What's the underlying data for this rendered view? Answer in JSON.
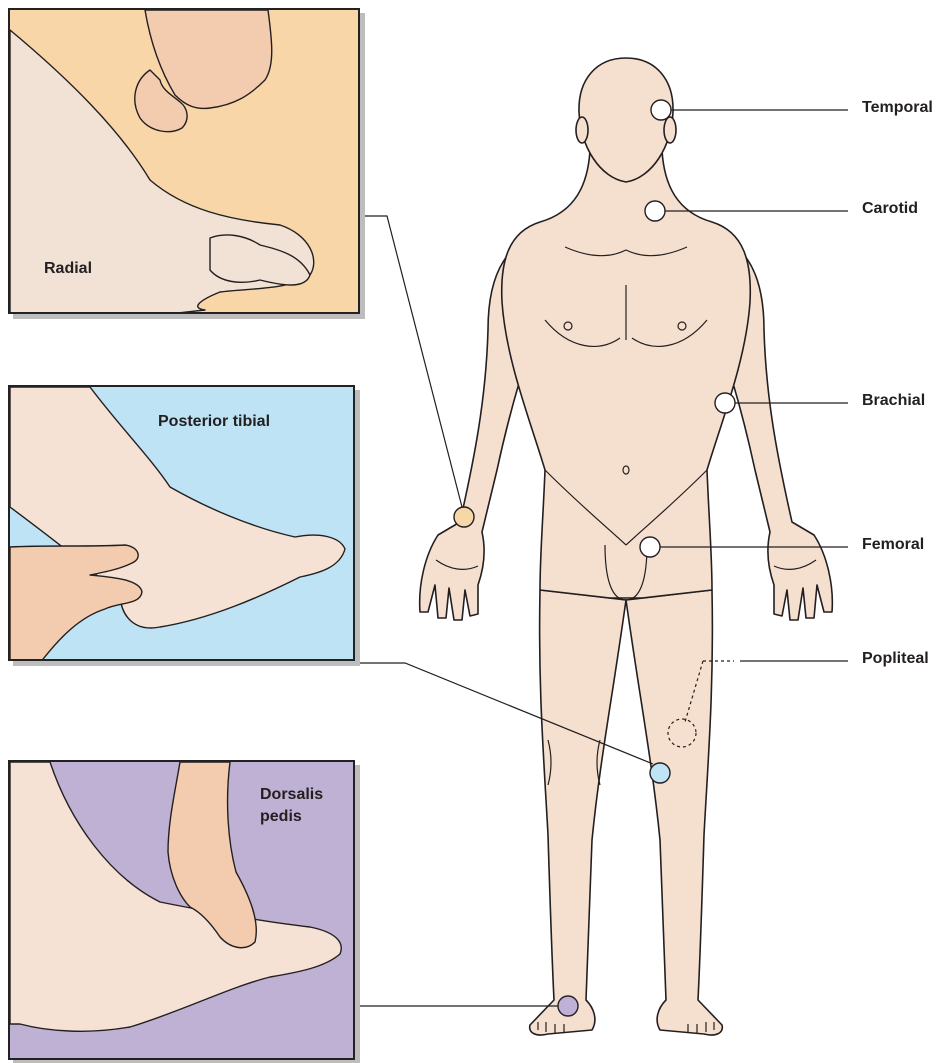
{
  "colors": {
    "skin": "#f5dfcf",
    "outline": "#231f20",
    "radial_panel": "#f8d6a8",
    "tibial_panel": "#bde3f5",
    "dorsalis_panel": "#bfb1d4",
    "radial_marker": "#f6d7a7",
    "tibial_marker": "#bfe4f6",
    "dorsalis_marker": "#bfb1d6",
    "plain_marker": "#ffffff"
  },
  "labels": {
    "temporal": "Temporal",
    "carotid": "Carotid",
    "brachial": "Brachial",
    "femoral": "Femoral",
    "popliteal": "Popliteal"
  },
  "panels": {
    "radial": {
      "label": "Radial"
    },
    "posterior_tibial": {
      "label": "Posterior tibial"
    },
    "dorsalis_pedis": {
      "label_line1": "Dorsalis",
      "label_line2": "pedis"
    }
  }
}
